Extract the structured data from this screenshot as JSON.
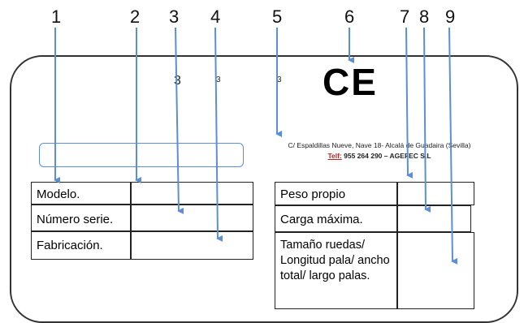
{
  "callouts": [
    "1",
    "2",
    "3",
    "4",
    "5",
    "6",
    "7",
    "8",
    "9"
  ],
  "plate": {
    "marks": [
      "3",
      "3",
      "3"
    ],
    "ce_mark": "CE",
    "address": "C/ Espaldillas Nueve, Nave 18- Alcalá de Guadaira (Sevilla)",
    "tel_prefix": "Telf:",
    "tel_rest": " 955 264 290 – AGEFEC S.L",
    "left_table": [
      {
        "label": "Modelo."
      },
      {
        "label": "Número serie."
      },
      {
        "label": "Fabricación."
      }
    ],
    "right_table": [
      {
        "label": "Peso propio"
      },
      {
        "label": "Carga máxima."
      },
      {
        "label": "Tamaño ruedas/ Longitud pala/ ancho total/ largo palas."
      }
    ]
  },
  "colors": {
    "arrow": "#5b8fd6",
    "border": "#222222"
  }
}
